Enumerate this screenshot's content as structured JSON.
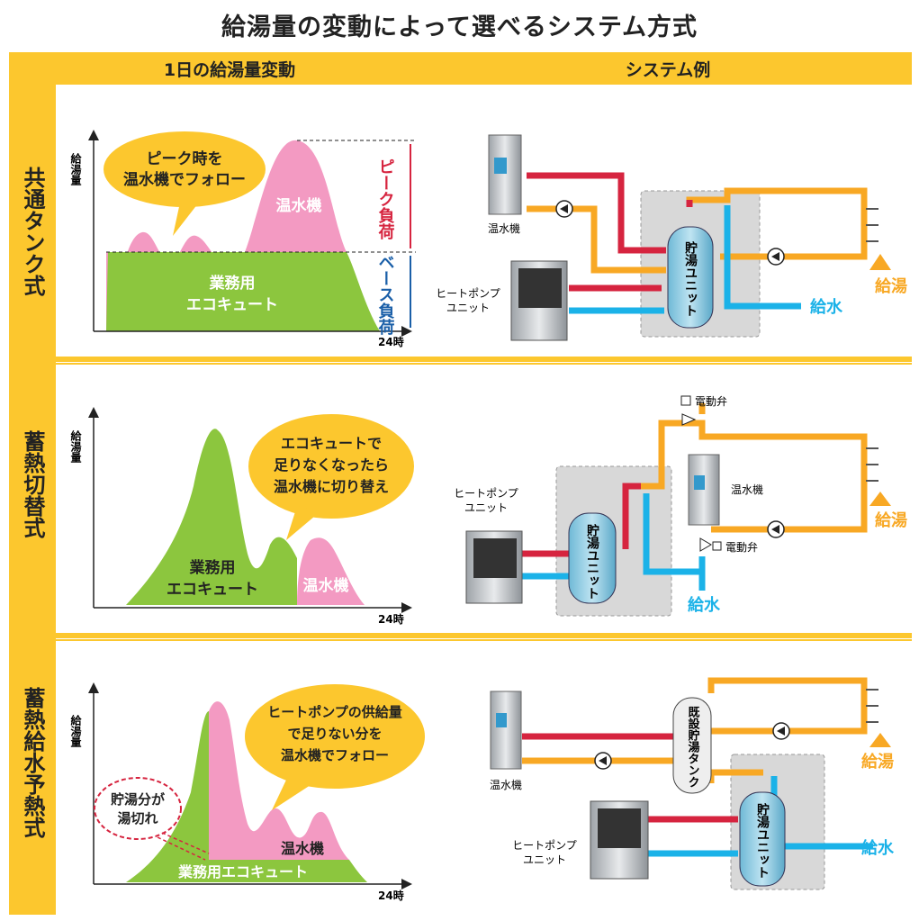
{
  "title": "給湯量の変動によって選べるシステム方式",
  "headers": {
    "left": "1日の給湯量変動",
    "right": "システム例"
  },
  "colors": {
    "yellow": "#fcc72e",
    "green": "#8cc63e",
    "pink": "#f39ac2",
    "red": "#d6243f",
    "orange": "#f8a824",
    "cyan": "#1bb2e8",
    "blue": "#1a5fa8"
  },
  "rows": [
    {
      "name": "共通タンク式",
      "chart": {
        "ylabel": "給湯量",
        "xlabel": "24時",
        "bubble": [
          "ピーク時を",
          "温水機でフォロー"
        ],
        "pink_label": "温水機",
        "green_label": [
          "業務用",
          "エコキュート"
        ],
        "peak_label": "ピーク負荷",
        "base_label": "ベース負荷"
      },
      "system": {
        "heater": "温水機",
        "heatpump": [
          "ヒートポンプ",
          "ユニット"
        ],
        "tank": "貯湯ユニット",
        "hot_out": "給湯",
        "water_in": "給水"
      }
    },
    {
      "name": "蓄熱切替式",
      "chart": {
        "ylabel": "給湯量",
        "xlabel": "24時",
        "bubble": [
          "エコキュートで",
          "足りなくなったら",
          "温水機に切り替え"
        ],
        "pink_label": "温水機",
        "green_label": [
          "業務用",
          "エコキュート"
        ]
      },
      "system": {
        "heater": "温水機",
        "heatpump": [
          "ヒートポンプ",
          "ユニット"
        ],
        "tank": "貯湯ユニット",
        "valve1": "電動弁",
        "valve2": "電動弁",
        "hot_out": "給湯",
        "water_in": "給水"
      }
    },
    {
      "name": "蓄熱給水予熱式",
      "chart": {
        "ylabel": "給湯量",
        "xlabel": "24時",
        "bubble": [
          "ヒートポンプの供給量",
          "で足りない分を",
          "温水機でフォロー"
        ],
        "pink_label": "温水機",
        "green_label": [
          "業務用エコキュート"
        ],
        "note": [
          "貯湯分が",
          "湯切れ"
        ]
      },
      "system": {
        "heater": "温水機",
        "heatpump": [
          "ヒートポンプ",
          "ユニット"
        ],
        "tank": "貯湯ユニット",
        "tank2": "既設貯湯タンク",
        "hot_out": "給湯",
        "water_in": "給水"
      }
    }
  ]
}
